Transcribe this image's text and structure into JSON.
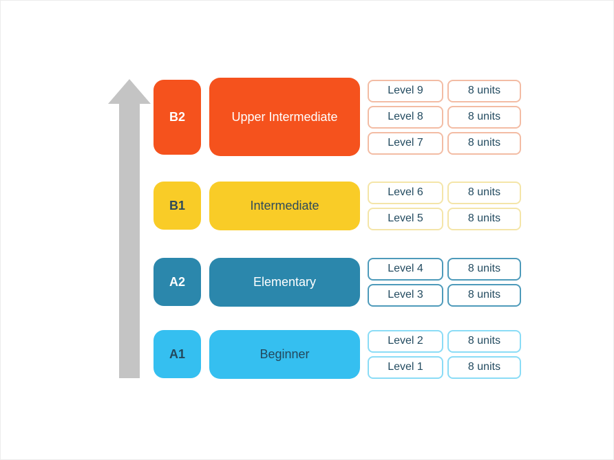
{
  "diagram": {
    "description": "CEFR English course level ladder with ascending arrow",
    "arrow": {
      "direction": "up",
      "color": "#c4c4c4"
    }
  },
  "palette": {
    "b2_color": "#f5521d",
    "b1_color": "#f9cc27",
    "a2_color": "#2b87ac",
    "a1_color": "#35bff0",
    "arrow_color": "#c4c4c4",
    "pill_text_color": "#234b60",
    "pill_border_b2": "#f3bca4",
    "pill_border_b1": "#f4e5a8",
    "pill_border_a2": "#4d9aba",
    "pill_border_a1": "#8adcf6",
    "white_text": "#ffffff",
    "dark_text": "#2e4a5a"
  },
  "rows": [
    {
      "code": "B2",
      "name": "Upper Intermediate",
      "levels": [
        {
          "label": "Level 9",
          "units": "8 units"
        },
        {
          "label": "Level 8",
          "units": "8 units"
        },
        {
          "label": "Level 7",
          "units": "8 units"
        }
      ]
    },
    {
      "code": "B1",
      "name": "Intermediate",
      "levels": [
        {
          "label": "Level 6",
          "units": "8 units"
        },
        {
          "label": "Level 5",
          "units": "8 units"
        }
      ]
    },
    {
      "code": "A2",
      "name": "Elementary",
      "levels": [
        {
          "label": "Level 4",
          "units": "8 units"
        },
        {
          "label": "Level 3",
          "units": "8 units"
        }
      ]
    },
    {
      "code": "A1",
      "name": "Beginner",
      "levels": [
        {
          "label": "Level 2",
          "units": "8 units"
        },
        {
          "label": "Level 1",
          "units": "8 units"
        }
      ]
    }
  ]
}
